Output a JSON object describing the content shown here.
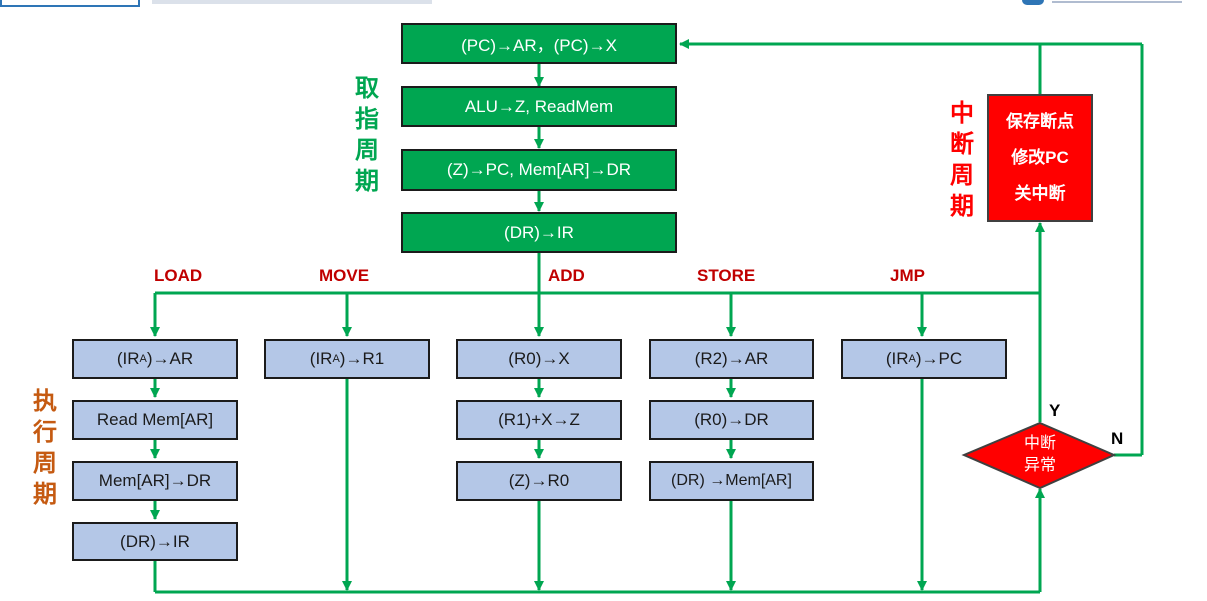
{
  "fetch_cycle": {
    "label_chars": [
      "取",
      "指",
      "周",
      "期"
    ],
    "steps": [
      "(PC)→AR，(PC)→X",
      "ALU→Z, ReadMem",
      "(Z)→PC,  Mem[AR]→DR",
      "(DR)→IR"
    ]
  },
  "instructions": [
    "LOAD",
    "MOVE",
    "ADD",
    "STORE",
    "JMP"
  ],
  "exec_cycle": {
    "label_chars": [
      "执",
      "行",
      "周",
      "期"
    ],
    "load": {
      "s1_pre": "(IR",
      "s1_sub": "A",
      "s1_post": ")→AR",
      "s2": "Read Mem[AR]",
      "s3": "Mem[AR]→DR",
      "s4": "(DR)→IR"
    },
    "move": {
      "s1_pre": "(IR",
      "s1_sub": "A",
      "s1_post": ")→R1"
    },
    "add": {
      "s1": "(R0)→X",
      "s2": "(R1)+X→Z",
      "s3": "(Z)→R0"
    },
    "store": {
      "s1": "(R2)→AR",
      "s2": "(R0)→DR",
      "s3": "(DR) →Mem[AR]"
    },
    "jmp": {
      "s1_pre": "(IR",
      "s1_sub": "A",
      "s1_post": ")→PC"
    }
  },
  "interrupt_cycle": {
    "label_chars": [
      "中",
      "断",
      "周",
      "期"
    ],
    "actions": [
      "保存断点",
      "修改PC",
      "关中断"
    ]
  },
  "decision": {
    "line1": "中断",
    "line2": "异常",
    "yes": "Y",
    "no": "N"
  },
  "colors": {
    "fetch": "#00a651",
    "exec": "#b4c7e7",
    "interrupt": "#ff0000",
    "instr_label": "#c00000",
    "exec_label": "#c55a11"
  }
}
